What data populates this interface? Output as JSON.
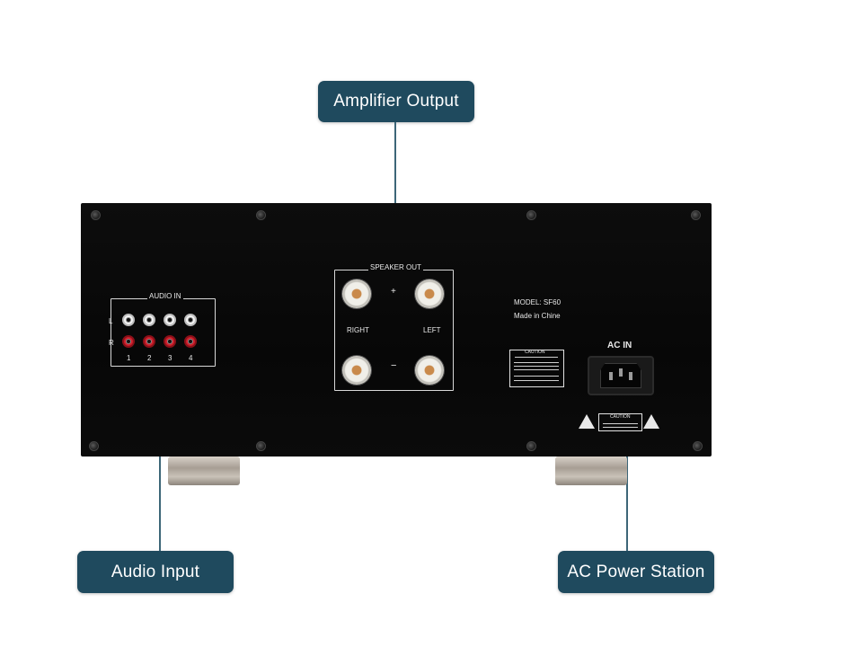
{
  "callouts": {
    "amplifier_output": "Amplifier Output",
    "audio_input": "Audio Input",
    "ac_power": "AC Power Station"
  },
  "panel": {
    "audio_in_title": "AUDIO IN",
    "channel_left": "L",
    "channel_right": "R",
    "inputs": [
      "1",
      "2",
      "3",
      "4"
    ],
    "speaker_out_title": "SPEAKER OUT",
    "speaker_right": "RIGHT",
    "speaker_left": "LEFT",
    "plus_symbol": "+",
    "minus_symbol": "−",
    "model": "MODEL: SF60",
    "origin": "Made in Chine",
    "ac_in": "AC IN",
    "caution_top": "CAUTION",
    "caution_bottom": "CAUTION"
  },
  "colors": {
    "callout_bg": "#1f4a5e",
    "panel": "#0b0b0b",
    "rca_red": "#d01f2c",
    "rca_white": "#f4f4f4"
  }
}
